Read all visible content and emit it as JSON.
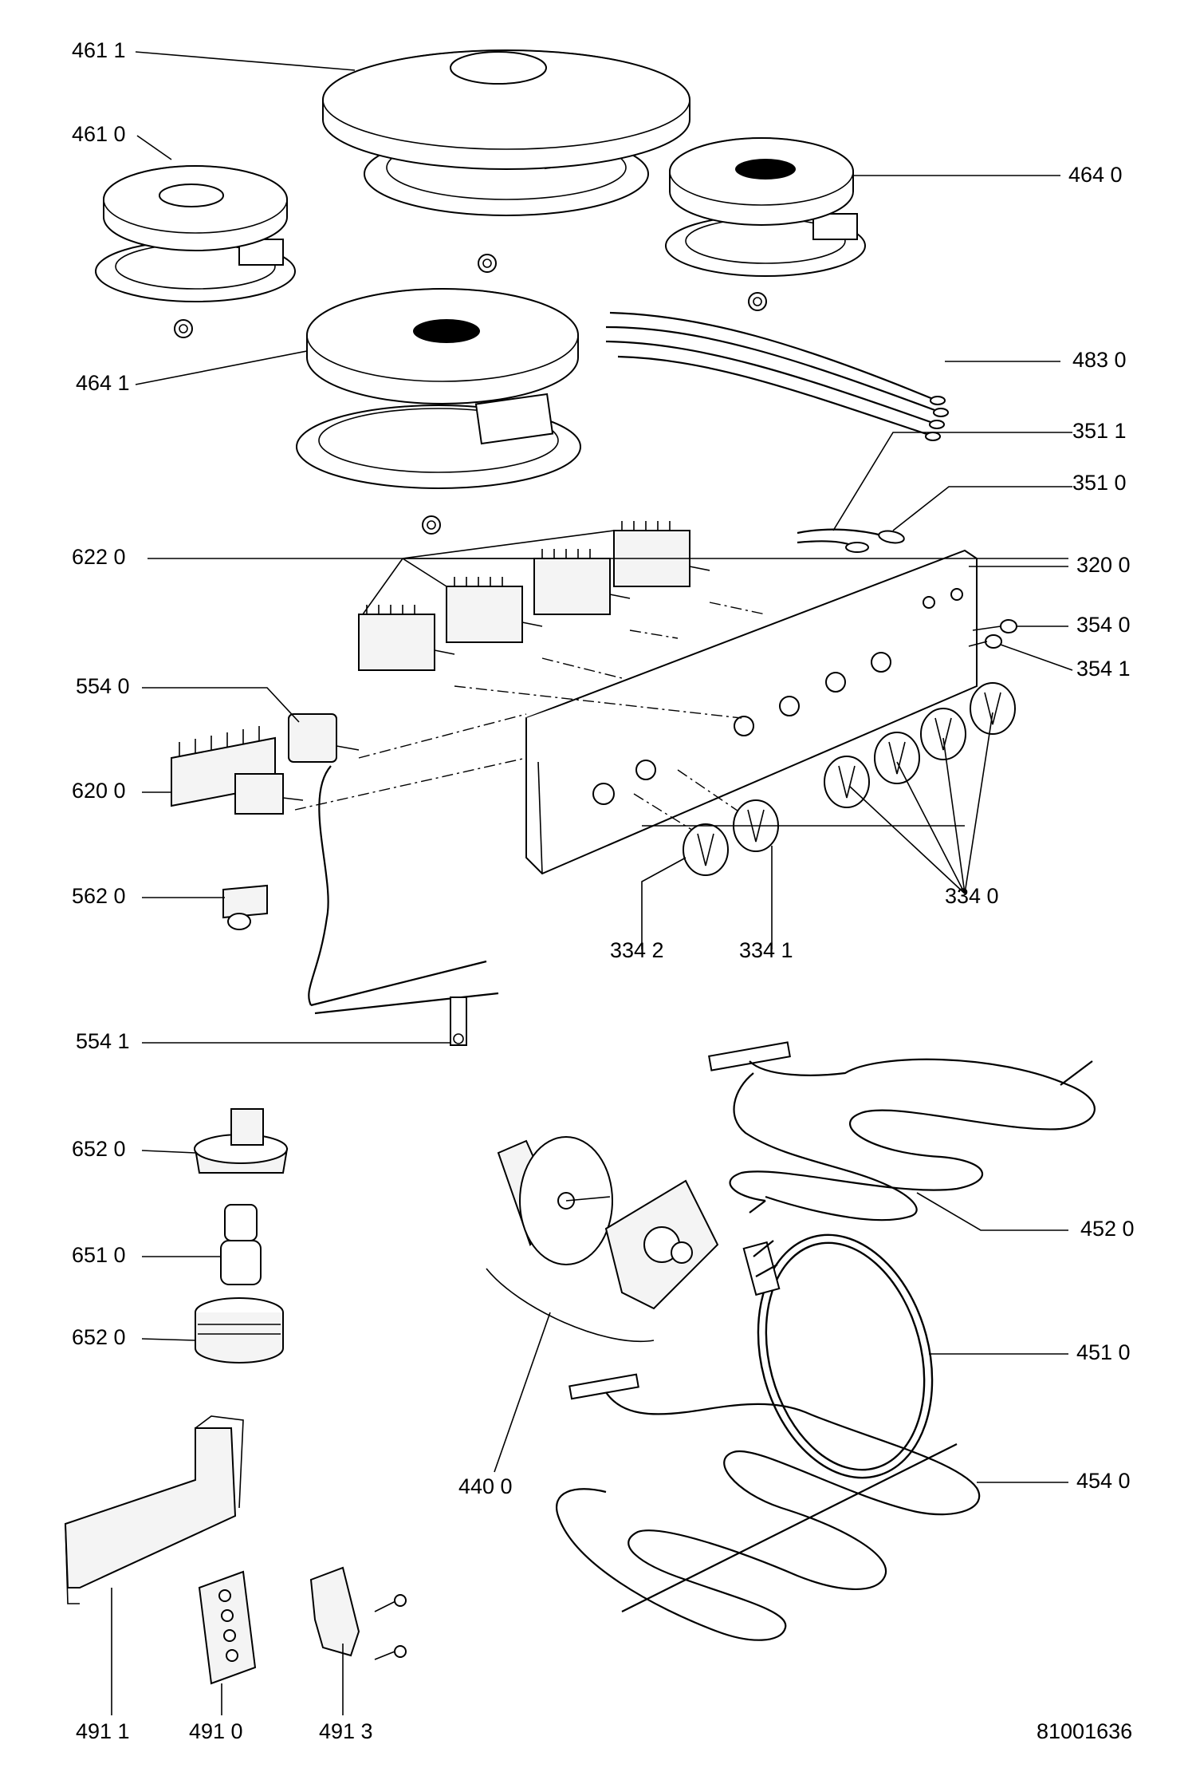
{
  "callouts": [
    {
      "id": "461-1",
      "text": "461 1"
    },
    {
      "id": "461-0",
      "text": "461 0"
    },
    {
      "id": "464-0",
      "text": "464 0"
    },
    {
      "id": "464-1",
      "text": "464 1"
    },
    {
      "id": "483-0",
      "text": "483 0"
    },
    {
      "id": "351-1",
      "text": "351 1"
    },
    {
      "id": "351-0",
      "text": "351 0"
    },
    {
      "id": "622-0",
      "text": "622 0"
    },
    {
      "id": "320-0",
      "text": "320 0"
    },
    {
      "id": "354-0",
      "text": "354 0"
    },
    {
      "id": "354-1",
      "text": "354 1"
    },
    {
      "id": "554-0",
      "text": "554 0"
    },
    {
      "id": "620-0",
      "text": "620 0"
    },
    {
      "id": "562-0",
      "text": "562 0"
    },
    {
      "id": "334-0",
      "text": "334 0"
    },
    {
      "id": "334-2",
      "text": "334 2"
    },
    {
      "id": "334-1",
      "text": "334 1"
    },
    {
      "id": "554-1",
      "text": "554 1"
    },
    {
      "id": "652-0-top",
      "text": "652 0"
    },
    {
      "id": "452-0",
      "text": "452 0"
    },
    {
      "id": "651-0",
      "text": "651 0"
    },
    {
      "id": "451-0",
      "text": "451 0"
    },
    {
      "id": "652-0-bottom",
      "text": "652 0"
    },
    {
      "id": "440-0",
      "text": "440 0"
    },
    {
      "id": "454-0",
      "text": "454 0"
    },
    {
      "id": "491-1",
      "text": "491 1"
    },
    {
      "id": "491-0",
      "text": "491 0"
    },
    {
      "id": "491-3",
      "text": "491 3"
    }
  ],
  "document_number": "81001636"
}
